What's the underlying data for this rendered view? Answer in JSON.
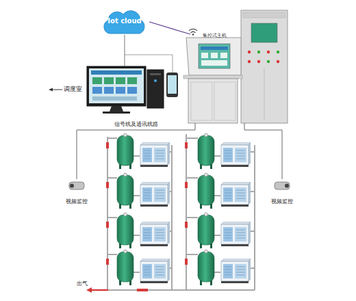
{
  "diagram": {
    "nodes": [
      {
        "text": [
          "Iot cloud"
        ]
      },
      {
        "text": [
          "调度室"
        ]
      },
      {
        "text": [
          "集控式主机"
        ]
      },
      {
        "text": [
          "视频监控"
        ]
      },
      {
        "text": [
          "视频监控"
        ]
      }
    ],
    "edges": [
      {
        "from": 0,
        "to": 1,
        "arrow": "none"
      },
      {
        "from": 0,
        "to": 2,
        "arrow": "none"
      },
      {
        "from": 2,
        "to": 3,
        "label": "信号线及通讯线路",
        "arrow": "none"
      },
      {
        "from": 2,
        "to": 4,
        "arrow": "none"
      }
    ],
    "labels": [
      "出气"
    ]
  }
}
